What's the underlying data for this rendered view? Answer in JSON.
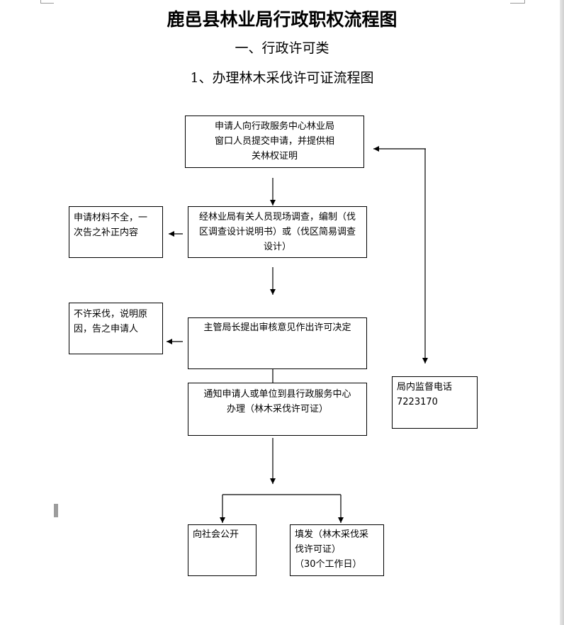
{
  "document": {
    "title": "鹿邑县林业局行政职权流程图",
    "section": "一、行政许可类",
    "subsection": "1、办理林木采伐许可证流程图"
  },
  "flowchart": {
    "apply": [
      "申请人向行政服务中心林业局",
      "窗口人员提交申请，并提供相",
      "关林权证明"
    ],
    "survey": [
      "经林业局有关人员现场调查，编制（伐",
      "区调查设计说明书）或（伐区简易调查",
      "设计）"
    ],
    "incomplete": [
      "申请材料不全，一",
      "次告之补正内容"
    ],
    "review": [
      "主管局长提出审核意见作出许可决定"
    ],
    "deny": [
      "不许采伐，说明原",
      "因，告之申请人"
    ],
    "notify": [
      "通知申请人或单位到县行政服务中心",
      "办理（林木采伐许可证）"
    ],
    "supervision": [
      "局内监督电话",
      "7223170"
    ],
    "publicize": [
      "向社会公开"
    ],
    "issue": [
      "填发（林木采伐采",
      "伐许可证）",
      "（30个工作日）"
    ]
  }
}
